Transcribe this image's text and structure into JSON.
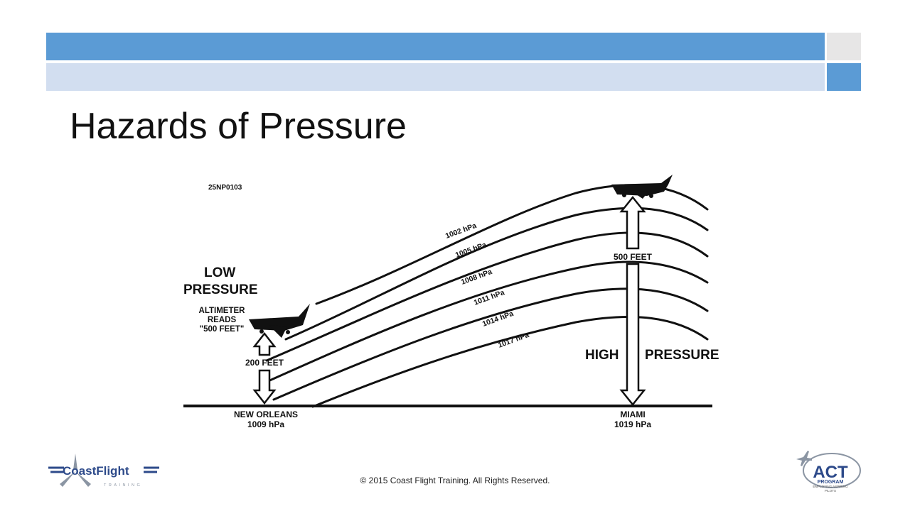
{
  "slide": {
    "title": "Hazards of Pressure",
    "footer": "© 2015 Coast Flight Training. All Rights Reserved."
  },
  "header_bars": {
    "top_color": "#5b9bd5",
    "top_end_color": "#e7e6e6",
    "bottom_color": "#d2def0",
    "bottom_end_color": "#5b9bd5"
  },
  "diagram": {
    "figure_id": "25NP0103",
    "low_pressure": "LOW PRESSURE",
    "low_line1": "LOW",
    "low_line2": "PRESSURE",
    "altimeter_line1": "ALTIMETER",
    "altimeter_line2": "READS",
    "altimeter_line3": "\"500 FEET\"",
    "low_height": "200 FEET",
    "high_height": "500 FEET",
    "high_label": "HIGH",
    "pressure_label": "PRESSURE",
    "left_city": "NEW ORLEANS",
    "left_pressure": "1009 hPa",
    "right_city": "MIAMI",
    "right_pressure": "1019 hPa",
    "isobars": [
      "1002 hPa",
      "1005 hPa",
      "1008 hPa",
      "1011 hPa",
      "1014 hPa",
      "1017 hPa"
    ]
  },
  "logos": {
    "left_brand": "CoastFlight",
    "left_sub": "TRAINING",
    "right_brand": "ACT",
    "right_line1": "PROGRAM",
    "right_line2": "EMPLOYING ASPIRING",
    "right_line3": "PILOTS"
  }
}
